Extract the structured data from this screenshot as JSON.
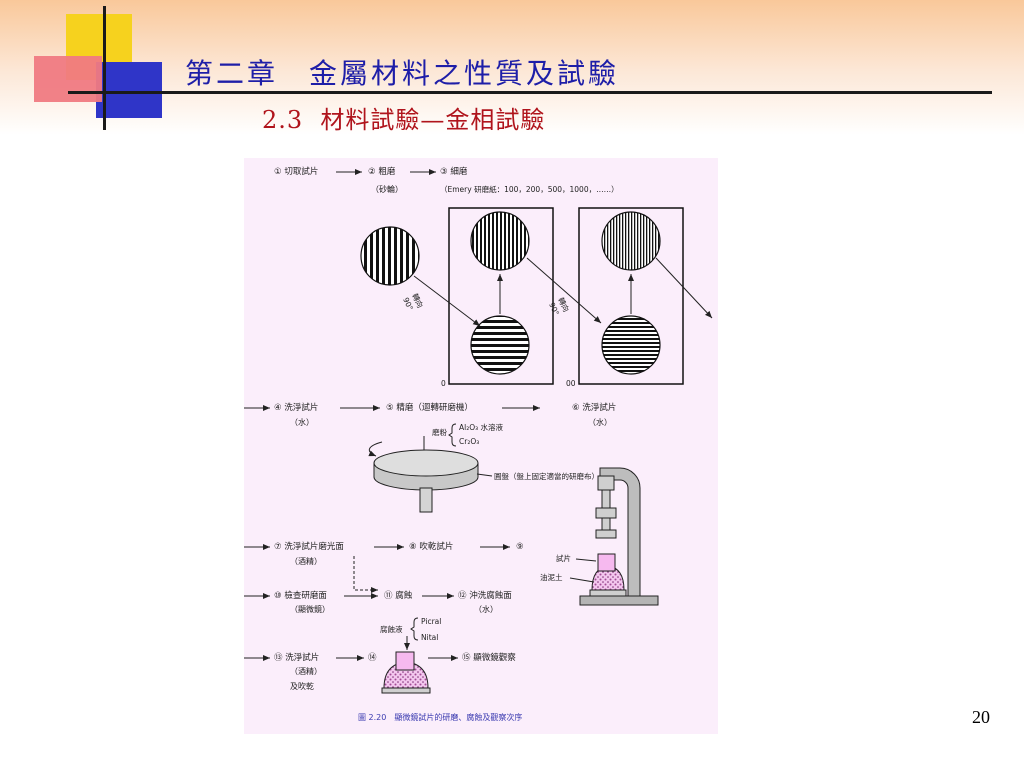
{
  "slide": {
    "title": "第二章　金屬材料之性質及試驗",
    "subtitle": "2.3  材料試驗—金相試驗",
    "page_number": "20"
  },
  "figure": {
    "row1": {
      "step1": "① 切取試片",
      "step2": "② 粗磨",
      "step2_sub": "（砂輪）",
      "step3": "③ 細磨",
      "step3_sub": "（Emery 研磨紙：100，200，500，1000，……）",
      "rotate_label": "轉向",
      "angle_label": "90°",
      "mark_left": "0",
      "mark_right": "00"
    },
    "row2": {
      "step4": "④ 洗淨試片",
      "step4_sub": "（水）",
      "step5": "⑤ 精磨（迴轉研磨機）",
      "step6": "⑥ 洗淨試片",
      "step6_sub": "（水）",
      "abrasive_label": "磨粉",
      "abrasive_1": "Al₂O₃ 水溶液",
      "abrasive_2": "Cr₂O₃",
      "disc_label": "圓盤（盤上固定適當的研磨布）"
    },
    "row3": {
      "step7": "⑦ 洗淨試片磨光面",
      "step7_sub": "（酒精）",
      "step8": "⑧ 吹乾試片",
      "step9": "⑨",
      "specimen_label": "試片",
      "clay_label": "油泥土"
    },
    "row4": {
      "step10": "⑩ 檢查研磨面",
      "step10_sub": "（顯微鏡）",
      "step11": "⑪ 腐蝕",
      "step12": "⑫ 沖洗腐蝕面",
      "step12_sub": "（水）",
      "etchant_label": "腐蝕液",
      "etchant_1": "Picral",
      "etchant_2": "Nital"
    },
    "row5": {
      "step13": "⑬ 洗淨試片",
      "step13_sub": "（酒精）",
      "step13_sub2": "及吹乾",
      "step14": "⑭",
      "step15": "⑮ 顯微鏡觀察"
    },
    "caption": "圖 2.20　顯微鏡試片的研磨、腐蝕及觀察次序"
  }
}
